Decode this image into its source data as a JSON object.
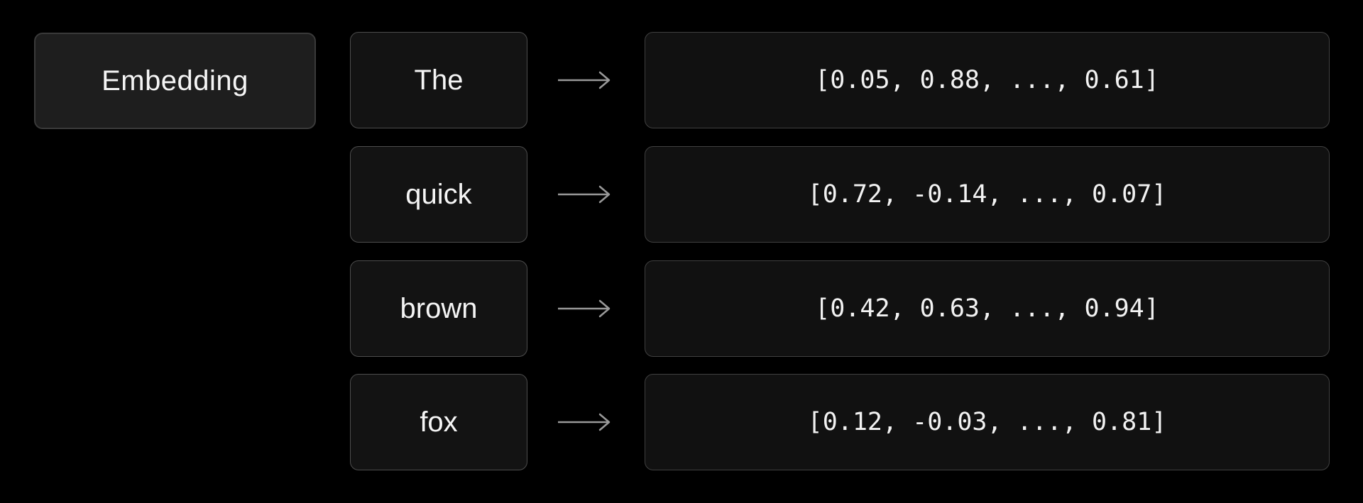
{
  "diagram": {
    "title_label": "Embedding",
    "rows": [
      {
        "token": "The",
        "vector": "[0.05, 0.88, ..., 0.61]"
      },
      {
        "token": "quick",
        "vector": "[0.72, -0.14, ..., 0.07]"
      },
      {
        "token": "brown",
        "vector": "[0.42, 0.63, ..., 0.94]"
      },
      {
        "token": "fox",
        "vector": "[0.12, -0.03, ..., 0.81]"
      }
    ],
    "colors": {
      "background": "#000000",
      "embedding_box_fill": "#1e1e1e",
      "embedding_box_border": "#3a3a3a",
      "token_box_fill": "#131313",
      "token_box_border": "#4d4d4d",
      "vector_box_fill": "#111111",
      "vector_box_border": "#404040",
      "arrow": "#999999",
      "text": "#f5f5f5"
    }
  }
}
